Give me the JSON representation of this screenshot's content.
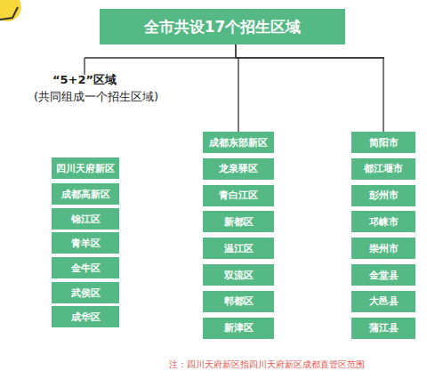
{
  "diagram": {
    "title": "全市共设17个招生区域",
    "nodes": [
      {
        "text": [
          "全市共设17个招生区域"
        ]
      },
      {
        "text": [
          "四川天府新区"
        ]
      },
      {
        "text": [
          "成都高新区"
        ]
      },
      {
        "text": [
          "锦江区"
        ]
      },
      {
        "text": [
          "青羊区"
        ]
      },
      {
        "text": [
          "金牛区"
        ]
      },
      {
        "text": [
          "武侯区"
        ]
      },
      {
        "text": [
          "成华区"
        ]
      },
      {
        "text": [
          "成都东部新区"
        ]
      },
      {
        "text": [
          "龙泉驿区"
        ]
      },
      {
        "text": [
          "青白江区"
        ]
      },
      {
        "text": [
          "新都区"
        ]
      },
      {
        "text": [
          "温江区"
        ]
      },
      {
        "text": [
          "双流区"
        ]
      },
      {
        "text": [
          "郫都区"
        ]
      },
      {
        "text": [
          "新津区"
        ]
      },
      {
        "text": [
          "简阳市"
        ]
      },
      {
        "text": [
          "都江堰市"
        ]
      },
      {
        "text": [
          "彭州市"
        ]
      },
      {
        "text": [
          "邛崃市"
        ]
      },
      {
        "text": [
          "崇州市"
        ]
      },
      {
        "text": [
          "金堂县"
        ]
      },
      {
        "text": [
          "大邑县"
        ]
      },
      {
        "text": [
          "蒲江县"
        ]
      }
    ],
    "edges": [
      {
        "from": 0,
        "to": 8,
        "arrow": "none"
      },
      {
        "from": 0,
        "to": 16,
        "arrow": "none"
      }
    ],
    "labels": [
      "“5+2”区域",
      "(共同组成一个招生区域)",
      "注：四川天府新区指四川天府新区成都直管区范围"
    ]
  }
}
